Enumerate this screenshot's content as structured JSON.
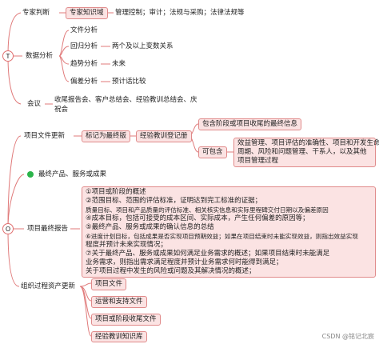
{
  "roots": {
    "top": "T",
    "bottom": "O"
  },
  "top": {
    "expert": "专家判断",
    "expert_knowledge": "专家知识域",
    "expert_fields": "管理控制；审计；法规与采购；法律法规等",
    "data_analysis": "数据分析",
    "doc_analysis": "文件分析",
    "regression": "回归分析",
    "regression_note": "两个及以上变数关系",
    "trend": "趋势分析",
    "trend_note": "未来",
    "deviation": "偏差分析",
    "deviation_note": "预计话比较",
    "meeting": "会议",
    "meeting_note_1": "收尾报告会、客户总结会、经验教训总结会、庆",
    "meeting_note_2": "祝会"
  },
  "bottom": {
    "project_docs_update": "项目文件更新",
    "mark_final": "标记为最终版",
    "lessons_register": "经验教训登记册",
    "phase_info": "包含阶段或项目收尾的最终信息",
    "may_include": "可包含",
    "may_include_lines": [
      "效益管理、项目评估的准确性、项目和开发生命",
      "周期、风险和问题管理、干系人，以及其他",
      "项目管理过程"
    ],
    "final_product": "最终产品、服务或成果",
    "final_report": "项目最终报告",
    "report_lines": [
      "①项目或阶段的概述",
      "②范围目标、范围的评估标准，证明达到完工标准的证据；",
      "质量目标、项目和产品质量的评估标准、相关核实信息和实际里程碑交付日期以及偏差原因",
      "④成本目标，包括可接受的成本区间、实际成本，产生任何偏差的原因等；",
      "⑤最终产品、服务或成果的确认信息的总结",
      "⑥进度计划目标，包括成果是否实现项目预期效益；如果在项目结束时未能实现效益，则指出效益实现",
      "程度并预计未来实现情况；",
      "⑦关于最终产品、服务或成果如何满足业务需求的概述；如果项目结束时未能满足",
      "业务需求，则指出需求满足程度并预计业务需求何时能得到满足；",
      "关于项目过程中发生的风险或问题及其解决情况的概述；"
    ],
    "org_assets_update": "组织过程资产更新",
    "assets": [
      "项目文件",
      "运营和支持文件",
      "项目或阶段收尾文件",
      "经验教训知识库"
    ]
  },
  "watermark": "CSDN @铭记北宸"
}
